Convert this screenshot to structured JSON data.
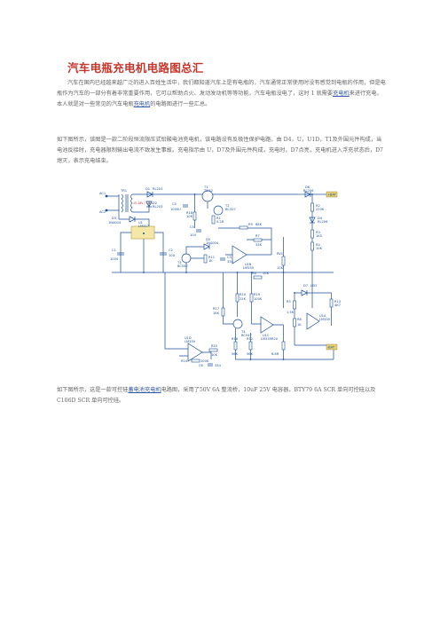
{
  "doc": {
    "title": "汽车电瓶充电机电路图总汇",
    "p1": {
      "text_a": "汽车在国内已经越来越广泛的进入百姓生活中，我们都知道汽车上是有电瓶的，汽车通常正常使用时没有感觉到电瓶的作用，但是电瓶作为汽车的一部分有着非常重要作用，它可以帮助点火、发动发动机等等功能，汽车电瓶没电了，这时 1 就需要",
      "link1": "充电机",
      "text_b": "来进行充电，本人就是对一些常见的汽车电瓶",
      "link2": "充电机",
      "text_c": "的电路图进行一些汇总。"
    },
    "p2": {
      "text": "如下图所示，该图是一款二阶段恒流限压式铅酸电池充电机，该电路设有反极性保护电路，由 D4，U，U1D，T1及外围元件构成，当电池反接时，充电器限制输出电流不致发生事故。充电指示由 U，D7及外围元件构成，充电时，D7点亮，充电机进入浮充状态后，D7熄灭，表示充电结束。"
    },
    "p3": {
      "text_a": "如下图所示，这是一款可控硅",
      "link": "蓄电池充电机",
      "text_b": "电路图，采用了50V 6A 整流桥，10uF 25V 电容器，BTY79 6A SCR 单向可控硅以及 C106D SCR 单向可控硅。"
    },
    "circuit_labels": {
      "ac1": "AC1",
      "ac2": "AC2",
      "tr1": "TR1",
      "tr1_spec": "15-18V / 1.2A",
      "d1": "D1",
      "d1v": "RL203",
      "d2": "D2",
      "d2v": "RL203",
      "d3": "D3",
      "d3v": "1N4004",
      "u1": "U1",
      "u1v": "LM317",
      "c1": "C1",
      "c1v": "1000",
      "c2": "C2",
      "c2v": "10U",
      "t1": "T1",
      "t1v": "TIP42",
      "r18": "R18",
      "r18v": "10K",
      "c4": "C4",
      "c4v": "1000U",
      "t2": "T2",
      "t2v": "BC327",
      "r1": "R1",
      "r1v": "0.2R",
      "c5": "C5",
      "c5v": "104",
      "d5": "D5",
      "d5v": "1N4004",
      "t3": "T3",
      "t3v": "BC547",
      "r11": "R11",
      "r11v": "1K",
      "c3": "C3",
      "c3v": "334",
      "r9": "R9",
      "r9v": "68K",
      "r7": "R7",
      "r7v": "33K",
      "r6": "R6",
      "r6v": "10K",
      "u1b": "U1B",
      "u1bv": "LM339",
      "rv1": "RV1",
      "rv1v": "10K",
      "d6": "D6",
      "d6v": "RL206",
      "r2": "R2",
      "r2v": "220K",
      "r3": "R3",
      "r3v": "1K5",
      "d4": "D4",
      "d4v": "RL206",
      "r4": "R4",
      "r4v": "10K",
      "d7": "D7",
      "d7v": "LED",
      "r5": "R5",
      "r5v": "1.5K",
      "r8": "R8",
      "r8v": "1K",
      "r13": "R13",
      "r13v": "4K7",
      "u1a": "U1A",
      "u1av": "LM339",
      "r10": "R10",
      "r10v": "22K",
      "r19": "R19",
      "r19v": "100K",
      "r17": "R17",
      "r17v": "18K",
      "t4": "T4",
      "t4v": "BC547",
      "u1c": "U1C",
      "u1cv": "LM339",
      "u1d": "U1D",
      "u1dv": "LM339",
      "r15": "R15",
      "r15v": "10K",
      "r16": "R16",
      "r16v": "56K",
      "r12": "R12",
      "r12v": "56K",
      "r14": "R14",
      "r14v": "100K",
      "r20": "R20",
      "r20v": "6.8R",
      "c6": "C6",
      "c6v": "334",
      "out_pos": "+BAT",
      "out_neg": "-BAT"
    }
  }
}
